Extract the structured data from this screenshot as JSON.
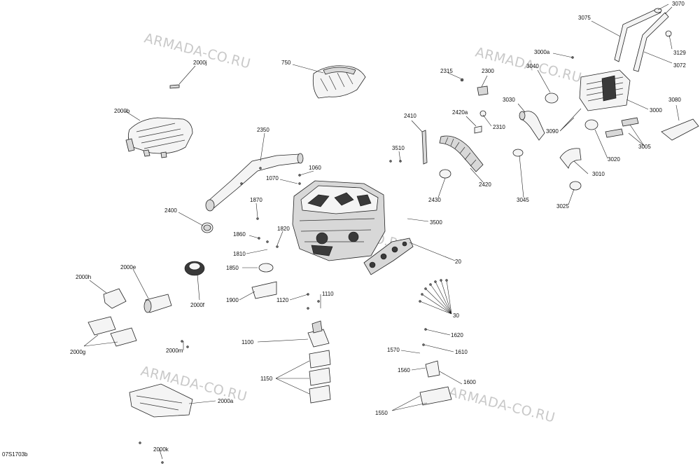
{
  "diagram_code": "07S1703b",
  "watermark": "ARMADA-CO.RU",
  "callouts": {
    "c2000j": "2000j",
    "c750": "750",
    "c3075": "3075",
    "c3070": "3070",
    "c3129": "3129",
    "c3072": "3072",
    "c3000a": "3000a",
    "c2315": "2315",
    "c2300": "2300",
    "c3040": "3040",
    "c3000": "3000",
    "c3080": "3080",
    "c3030": "3030",
    "c3090": "3090",
    "c2000b": "2000b",
    "c2420a": "2420a",
    "c2410": "2410",
    "c2310": "2310",
    "c3005": "3005",
    "c2350": "2350",
    "c3020": "3020",
    "c3510": "3510",
    "c1060": "1060",
    "c1070": "1070",
    "c3010": "3010",
    "c2420": "2420",
    "c2430": "2430",
    "c3045": "3045",
    "c3025": "3025",
    "c1870": "1870",
    "c2400": "2400",
    "c3500": "3500",
    "c1820": "1820",
    "c1860": "1860",
    "c1810": "1810",
    "c20": "20",
    "c1850": "1850",
    "c2000e": "2000e",
    "c2000h": "2000h",
    "c1110": "1110",
    "c1900": "1900",
    "c1120": "1120",
    "c2000f": "2000f",
    "c30": "30",
    "c1620": "1620",
    "c1100": "1100",
    "c2000g": "2000g",
    "c2000m": "2000m",
    "c1570": "1570",
    "c1610": "1610",
    "c1560": "1560",
    "c1150": "1150",
    "c1600": "1600",
    "c2000a": "2000a",
    "c1550": "1550",
    "c2000k": "2000k"
  }
}
